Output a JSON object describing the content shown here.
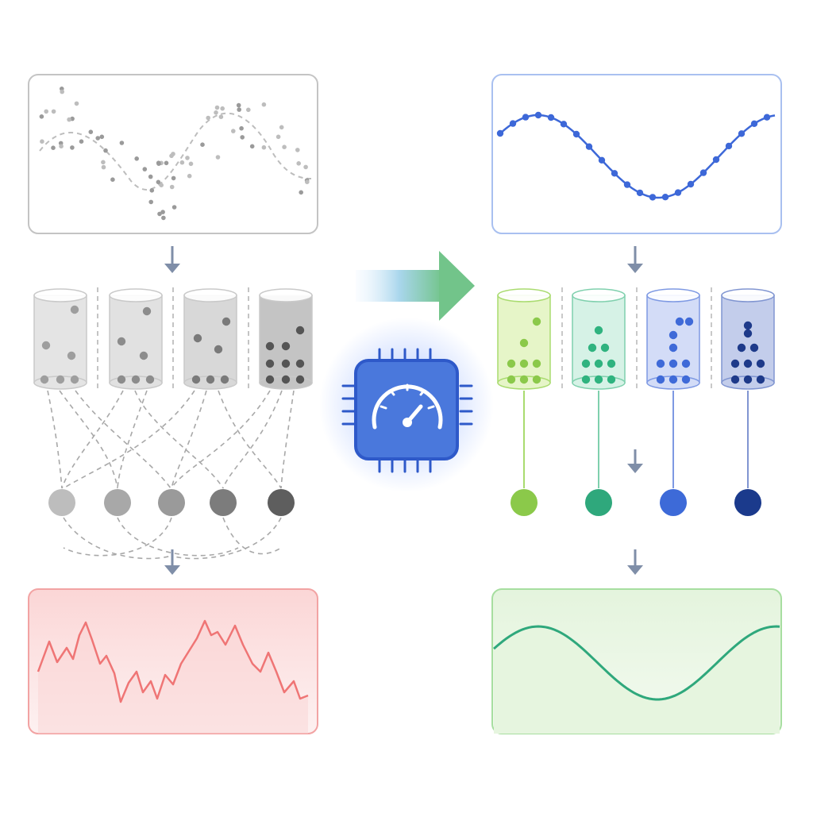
{
  "diagram": {
    "left_pipeline": {
      "input_panel": {
        "content": "noisy-scatter",
        "stroke": "#bdbdbd"
      },
      "buckets": [
        {
          "fill": "#e4e4e4",
          "dot": "#9e9e9e"
        },
        {
          "fill": "#e1e1e1",
          "dot": "#8c8c8c"
        },
        {
          "fill": "#d8d8d8",
          "dot": "#7a7a7a"
        },
        {
          "fill": "#c4c4c4",
          "dot": "#555555"
        }
      ],
      "nodes": [
        "#bdbdbd",
        "#a8a8a8",
        "#9a9a9a",
        "#7c7c7c",
        "#5e5e5e"
      ],
      "output_panel": {
        "content": "jagged-signal",
        "stroke": "#f08080",
        "fill": "#fdecec"
      }
    },
    "processor": {
      "icon": "chip-speedometer-icon",
      "color": "#4a78dc"
    },
    "transform_arrow": {
      "from": "#dfefff",
      "to": "#7ccc84"
    },
    "right_pipeline": {
      "input_panel": {
        "content": "clean-sine-points",
        "stroke": "#a9c0f0",
        "series_color": "#3d68d8"
      },
      "buckets": [
        {
          "fill": "#e6f5c8",
          "stroke": "#a9db6f",
          "dot": "#8bc94a"
        },
        {
          "fill": "#d6f2e6",
          "stroke": "#7fd0ad",
          "dot": "#2fb37f"
        },
        {
          "fill": "#d3dcf7",
          "stroke": "#7e99e3",
          "dot": "#3f6ad8"
        },
        {
          "fill": "#c3cdeb",
          "stroke": "#8095d1",
          "dot": "#1e3a8a"
        }
      ],
      "nodes": [
        "#8bc94a",
        "#2fa87c",
        "#3d6ad8",
        "#1b3a8c"
      ],
      "output_panel": {
        "content": "smooth-wave",
        "stroke": "#a7dea0",
        "fill": "#eef8e9",
        "line": "#2fa87c"
      }
    },
    "flow_arrow_color": "#7f8ea8"
  }
}
